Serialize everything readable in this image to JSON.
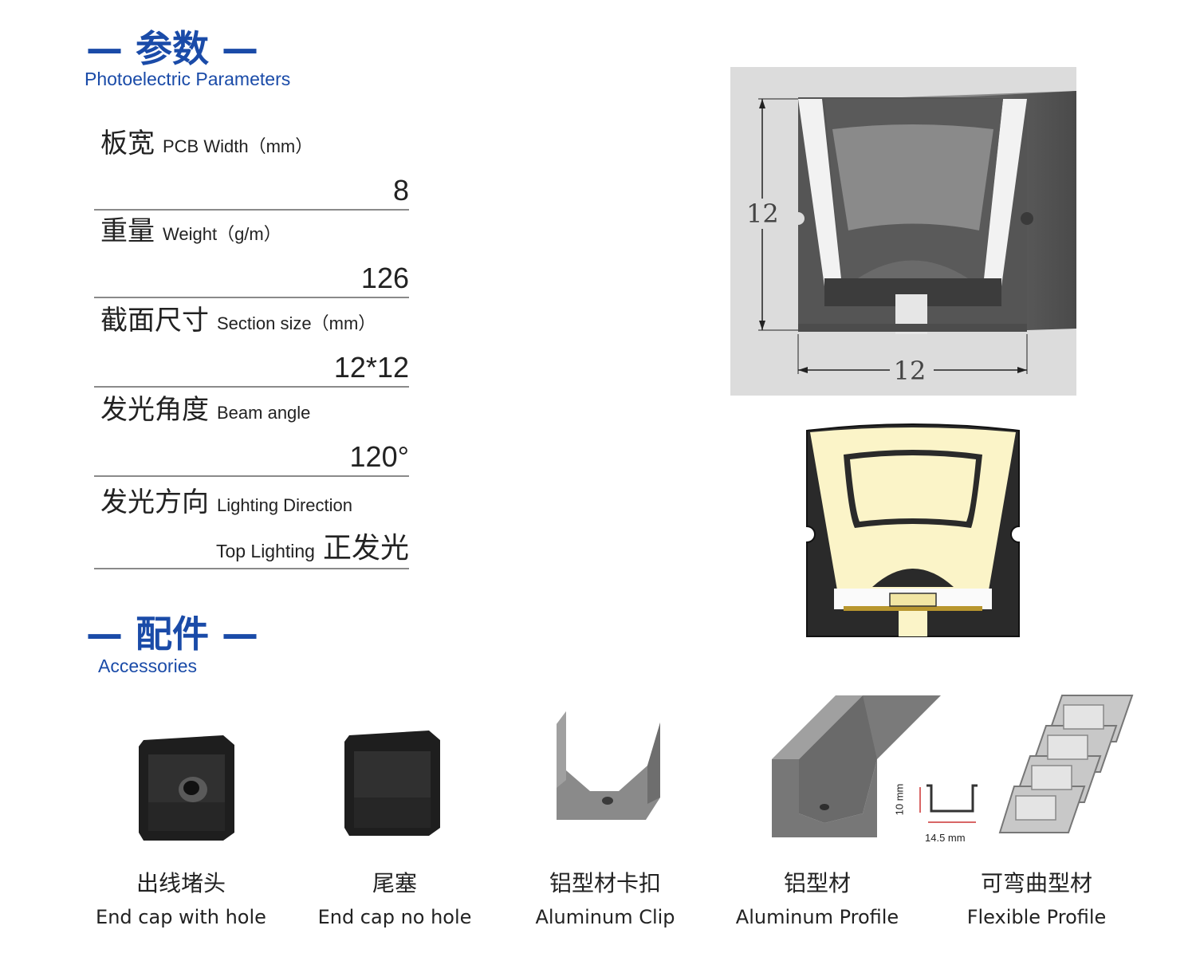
{
  "params_section": {
    "title": "— 参数 —",
    "subtitle": "Photoelectric Parameters"
  },
  "params": [
    {
      "zh": "板宽",
      "en": "PCB Width（mm）",
      "value": "8"
    },
    {
      "zh": "重量",
      "en": "Weight（g/m）",
      "value": "126"
    },
    {
      "zh": "截面尺寸",
      "en": "Section size（mm）",
      "value": "12*12"
    },
    {
      "zh": "发光角度",
      "en": "Beam angle",
      "value": "120°"
    },
    {
      "zh": "发光方向",
      "en": "Lighting Direction",
      "value_en": "Top Lighting",
      "value": "正发光"
    }
  ],
  "diagram": {
    "height_label": "12",
    "width_label": "12"
  },
  "accessories_section": {
    "title": "— 配件 —",
    "subtitle": "Accessories"
  },
  "profile_dims": {
    "height": "10 mm",
    "width": "14.5 mm"
  },
  "accessories": [
    {
      "zh": "出线堵头",
      "en": "End cap with hole"
    },
    {
      "zh": "尾塞",
      "en": "End cap no hole"
    },
    {
      "zh": "铝型材卡扣",
      "en": "Aluminum Clip"
    },
    {
      "zh": "铝型材",
      "en": "Aluminum Profile"
    },
    {
      "zh": "可弯曲型材",
      "en": "Flexible Profile"
    }
  ]
}
